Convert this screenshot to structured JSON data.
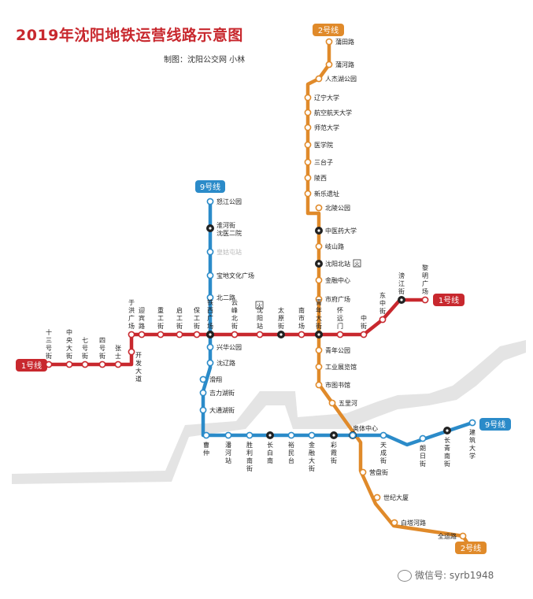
{
  "title": "2019年沈阳地铁运营线路示意图",
  "credit": "制图：沈阳公交网 小林",
  "watermark": "微信号: syrb1948",
  "colors": {
    "line1": "#c8282e",
    "line2": "#e08a2a",
    "line9": "#2b8bc9",
    "river": "#e4e4e4"
  },
  "lines": [
    {
      "id": "line1",
      "name": "1号线",
      "color": "#c8282e",
      "stations": [
        "十三号街",
        "中央大街",
        "七号街",
        "四号街",
        "张士",
        "开发大道",
        "于洪广场",
        "迎宾路",
        "重工街",
        "启工街",
        "保工街",
        "铁西广场",
        "云峰北街",
        "沈阳站",
        "太原街",
        "南市场",
        "青年大街",
        "怀远门",
        "中街",
        "东中街",
        "滂江街",
        "黎明广场"
      ]
    },
    {
      "id": "line2",
      "name": "2号线",
      "color": "#e08a2a",
      "stations": [
        "蒲田路",
        "蒲河路",
        "人杰湖公园",
        "辽宁大学",
        "航空航天大学",
        "师范大学",
        "医学院",
        "三台子",
        "陵西",
        "新乐遗址",
        "北陵公园",
        "中医药大学",
        "岐山路",
        "沈阳北站",
        "金融中心",
        "市府广场",
        "青年大街",
        "青年公园",
        "工业展览馆",
        "市图书馆",
        "五里河",
        "奥体中心",
        "营盘街",
        "世纪大厦",
        "白塔河路",
        "全运路"
      ]
    },
    {
      "id": "line9",
      "name": "9号线",
      "color": "#2b8bc9",
      "stations": [
        "怒江公园",
        "淮河街/沈医二院",
        "皇姑屯站",
        "宝地文化广场",
        "北二路",
        "铁西广场",
        "兴华公园",
        "沈辽路",
        "滑翔",
        "吉力湖街",
        "大通湖街",
        "曹仲",
        "潘河站",
        "胜利南街",
        "长白南",
        "裕民台",
        "金融大街",
        "彩霞街",
        "奥体中心",
        "天成街",
        "朗日街",
        "长青南街",
        "建筑大学"
      ]
    }
  ]
}
